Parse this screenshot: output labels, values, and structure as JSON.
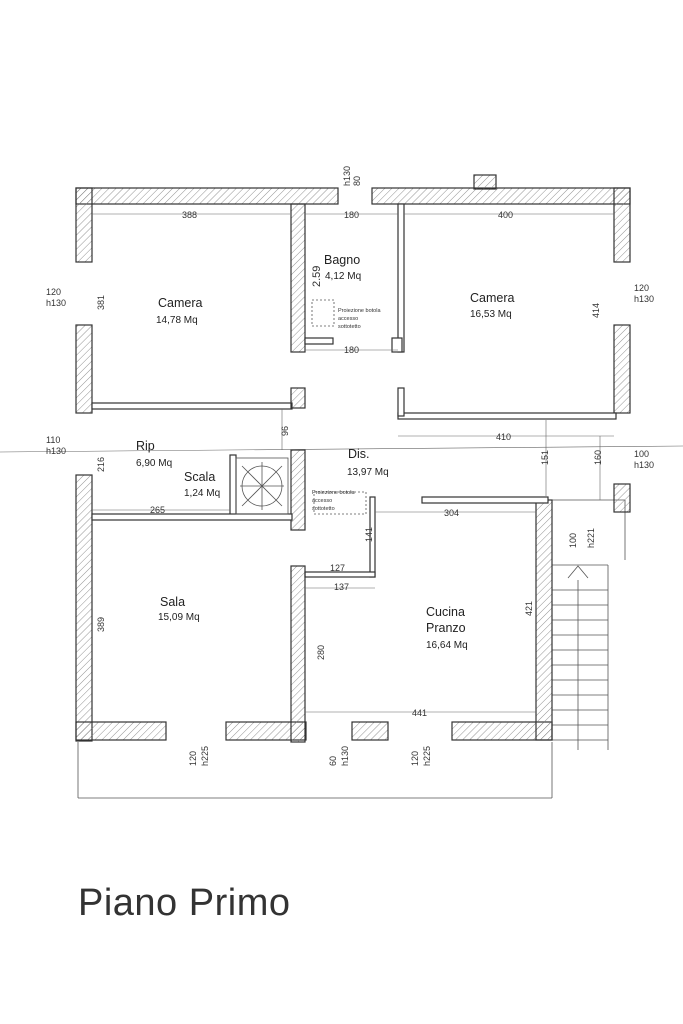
{
  "title": "Piano Primo",
  "rooms": {
    "camera_left": {
      "name": "Camera",
      "area": "14,78 Mq"
    },
    "bagno": {
      "name": "Bagno",
      "area": "4,12 Mq"
    },
    "camera_right": {
      "name": "Camera",
      "area": "16,53 Mq"
    },
    "rip": {
      "name": "Rip",
      "area": "6,90 Mq"
    },
    "scala": {
      "name": "Scala",
      "area": "1,24 Mq"
    },
    "dis": {
      "name": "Dis.",
      "area": "13,97 Mq"
    },
    "sala": {
      "name": "Sala",
      "area": "15,09 Mq"
    },
    "cucina": {
      "name": "Cucina",
      "name2": "Pranzo",
      "area": "16,64 Mq"
    }
  },
  "notes": {
    "botola_bagno": [
      "Proiezione botola",
      "accesso",
      "sottotetto"
    ],
    "botola_dis": [
      "Proiezione botola",
      "accesso",
      "sottotetto"
    ]
  },
  "dimensions": {
    "d388": "388",
    "d180_top": "180",
    "d400": "400",
    "d381": "381",
    "d259": "2.59",
    "d180_bot": "180",
    "d414": "414",
    "d410": "410",
    "d96": "96",
    "d216": "216",
    "d265": "265",
    "d151": "151",
    "d160": "160",
    "d304": "304",
    "d141": "141",
    "d127": "127",
    "d137": "137",
    "d389": "389",
    "d280": "280",
    "d421": "421",
    "d441": "441"
  },
  "openings": {
    "top": {
      "w": "80",
      "h": "h130"
    },
    "left_top": {
      "w": "120",
      "h": "h130"
    },
    "right_top": {
      "w": "120",
      "h": "h130"
    },
    "left_mid": {
      "w": "110",
      "h": "h130"
    },
    "right_mid": {
      "w": "100",
      "h": "h130"
    },
    "ext_door": {
      "w": "100",
      "h": "h221"
    },
    "bottom_1": {
      "w": "120",
      "h": "h225"
    },
    "bottom_2": {
      "w": "60",
      "h": "h130"
    },
    "bottom_3": {
      "w": "120",
      "h": "h225"
    }
  }
}
